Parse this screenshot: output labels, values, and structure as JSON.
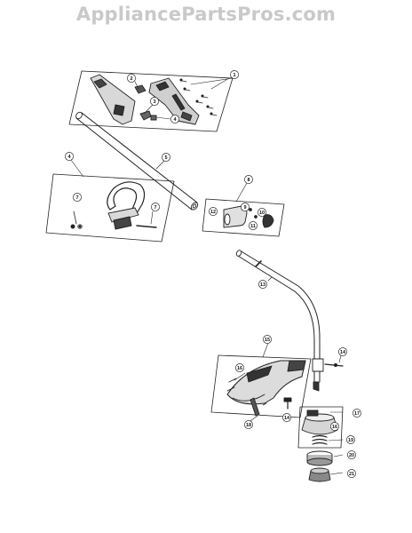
{
  "watermark": "AppliancePartsPros.com",
  "callouts": [
    {
      "id": "c1",
      "label": "1"
    },
    {
      "id": "c2",
      "label": "2"
    },
    {
      "id": "c3",
      "label": "3"
    },
    {
      "id": "c4a",
      "label": "4"
    },
    {
      "id": "c4",
      "label": "4"
    },
    {
      "id": "c5",
      "label": "5"
    },
    {
      "id": "c7a",
      "label": "7"
    },
    {
      "id": "c7b",
      "label": "7"
    },
    {
      "id": "c8",
      "label": "8"
    },
    {
      "id": "c9",
      "label": "9"
    },
    {
      "id": "c10",
      "label": "10"
    },
    {
      "id": "c11",
      "label": "11"
    },
    {
      "id": "c12",
      "label": "12"
    },
    {
      "id": "c13",
      "label": "13"
    },
    {
      "id": "c14a",
      "label": "14"
    },
    {
      "id": "c14b",
      "label": "14"
    },
    {
      "id": "c15",
      "label": "15"
    },
    {
      "id": "c16a",
      "label": "16"
    },
    {
      "id": "c16b",
      "label": "16"
    },
    {
      "id": "c17",
      "label": "17"
    },
    {
      "id": "c18",
      "label": "18"
    },
    {
      "id": "c19",
      "label": "19"
    },
    {
      "id": "c20",
      "label": "20"
    },
    {
      "id": "c21",
      "label": "21"
    }
  ]
}
